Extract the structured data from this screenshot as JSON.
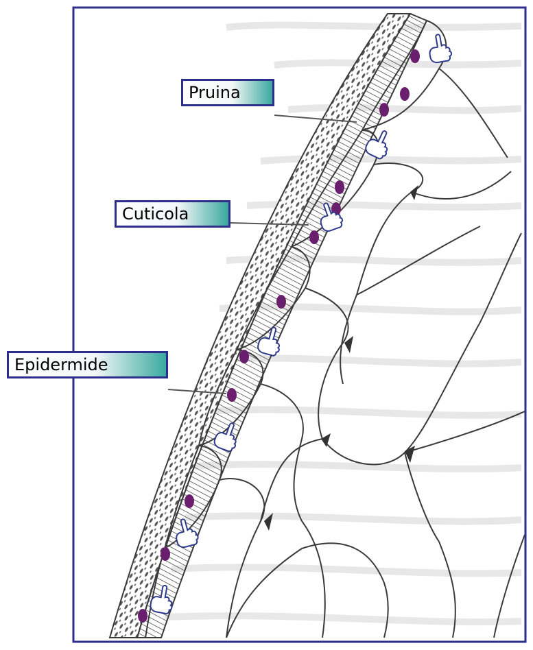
{
  "labels": {
    "pruina": "Pruina",
    "cuticola": "Cuticola",
    "epidermide": "Epidermide"
  },
  "colors": {
    "frame": "#2d2d8c",
    "dot": "#6a1f6e",
    "hand_fill": "#ffffff",
    "hand_stroke": "#2d3a8c",
    "label_gradient_end": "#3aa99f",
    "line_art": "#3a3a3a"
  },
  "icons": {
    "pointer": "pointing-hand-icon",
    "marker": "purple-dot-marker"
  }
}
